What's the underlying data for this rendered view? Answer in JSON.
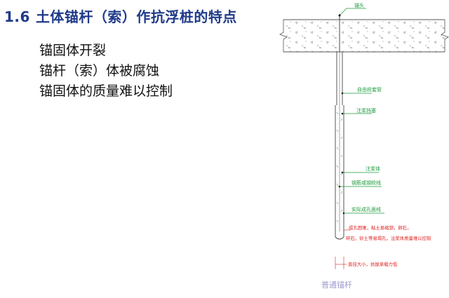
{
  "slide": {
    "number": "1.6",
    "title": "土体锚杆（索）作抗浮桩的特点",
    "bullets": [
      "锚固体开裂",
      "锚杆（索）体被腐蚀",
      "锚固体的质量难以控制"
    ]
  },
  "diagram": {
    "labels": {
      "anchor_head": "锚头",
      "free_section_pipe": "自由段套管",
      "grout_stop_plug": "注浆挡塞",
      "grout_body": "注浆体",
      "steel_strand": "钢筋或钢绞线",
      "borehole_wall": "实际成孔面线",
      "soil_note_1": "成孔困难，粘土易缩颈，卵石，",
      "soil_note_2": "碎石，砂土等易塌孔，注浆体质量难以控制",
      "diameter_note": "直径大小，抗拔承载力低",
      "caption": "普通锚杆"
    },
    "colors": {
      "green": "#1a9a3a",
      "red": "#e02020",
      "caption": "#9a9ad0",
      "title": "#1f3a8a"
    }
  }
}
